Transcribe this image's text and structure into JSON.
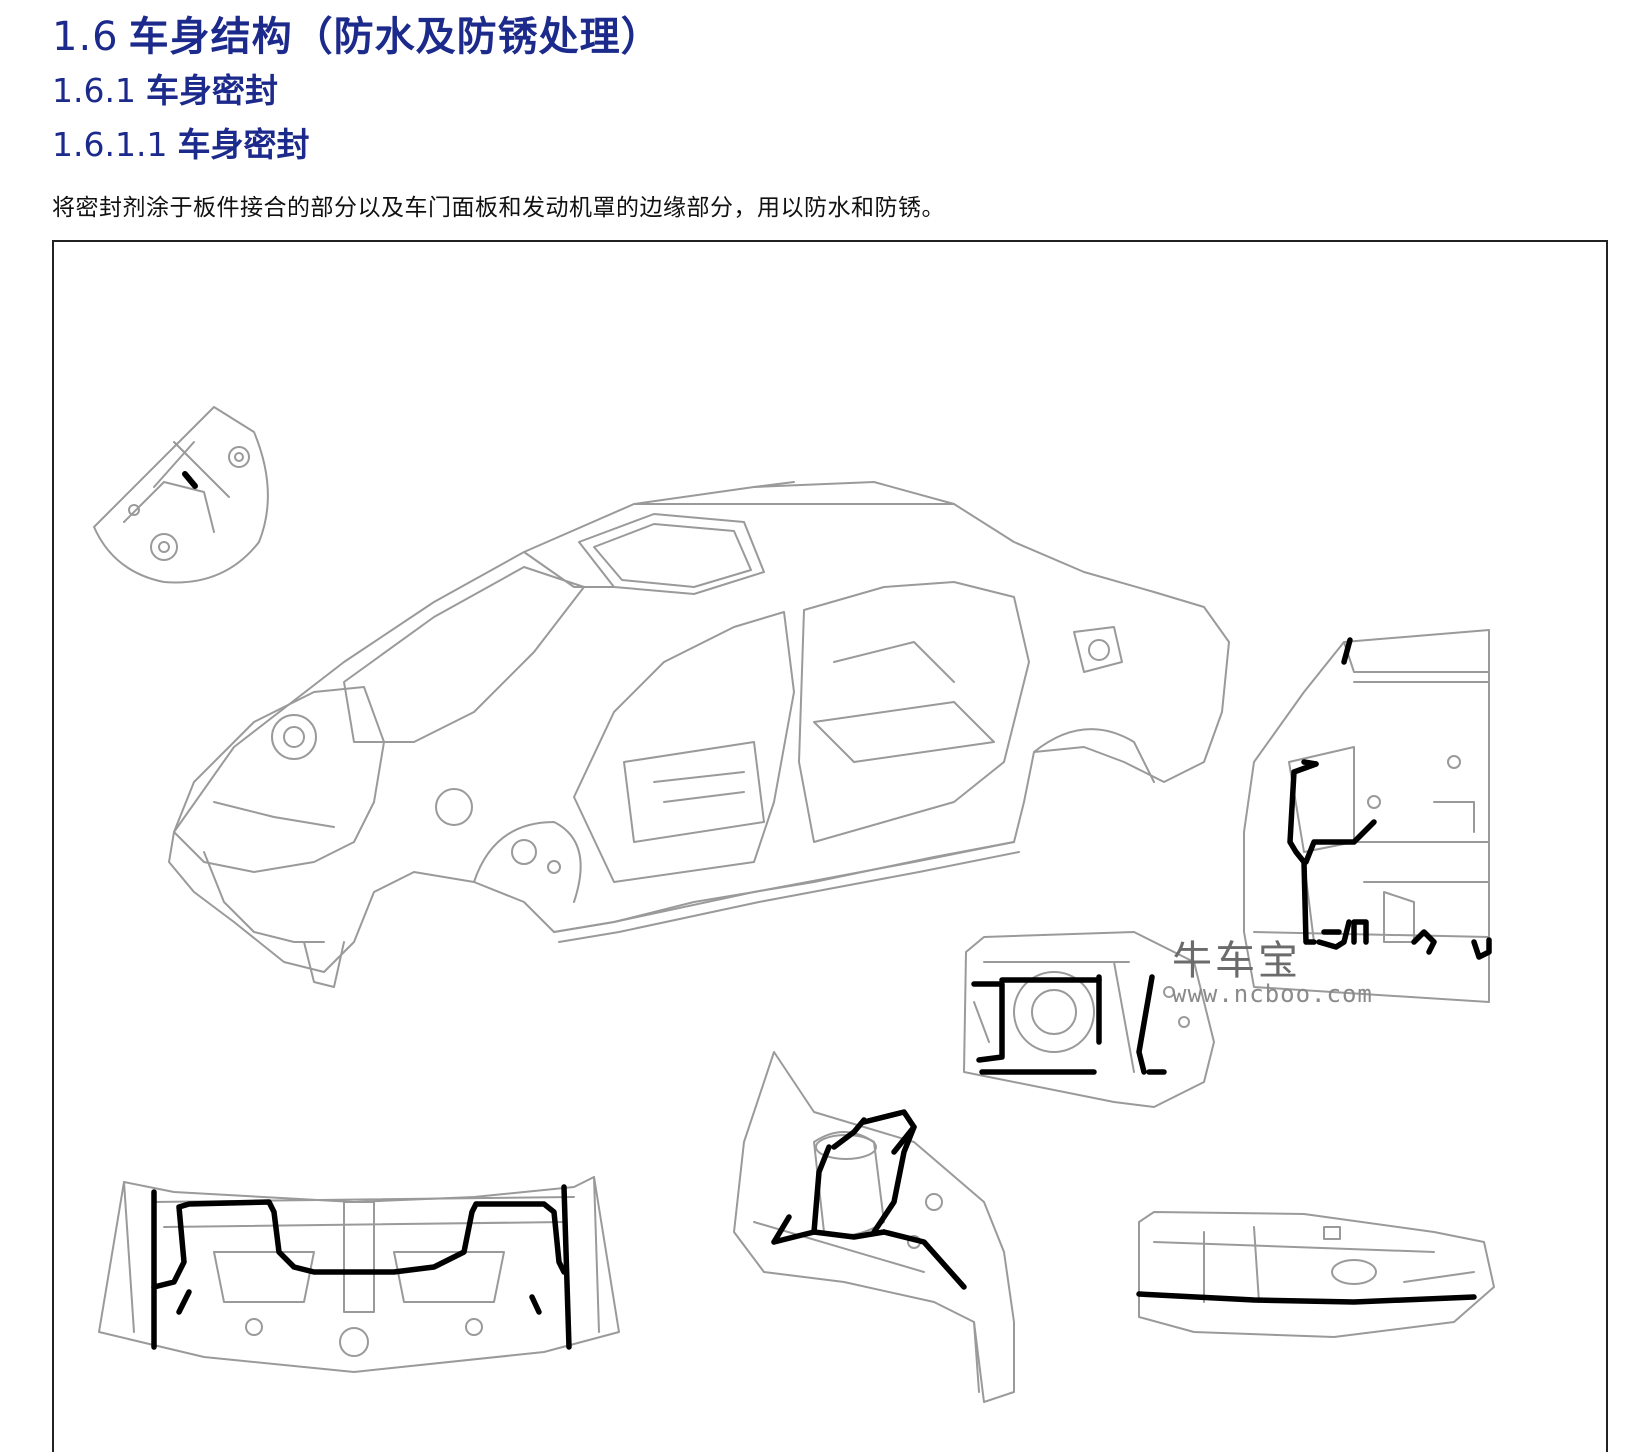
{
  "section": {
    "number": "1.6",
    "title": "车身结构（防水及防锈处理）"
  },
  "subsection": {
    "number": "1.6.1",
    "title": "车身密封"
  },
  "subsubsection": {
    "number": "1.6.1.1",
    "title": "车身密封"
  },
  "body_text": "将密封剂涂于板件接合的部分以及车门面板和发动机罩的边缘部分，用以防水和防锈。",
  "watermark": {
    "brand": "牛车宝",
    "url": "www.ncboo.com"
  },
  "colors": {
    "heading": "#1c2a8c",
    "line_art": "#9a9a9a",
    "sealant": "#000000"
  }
}
